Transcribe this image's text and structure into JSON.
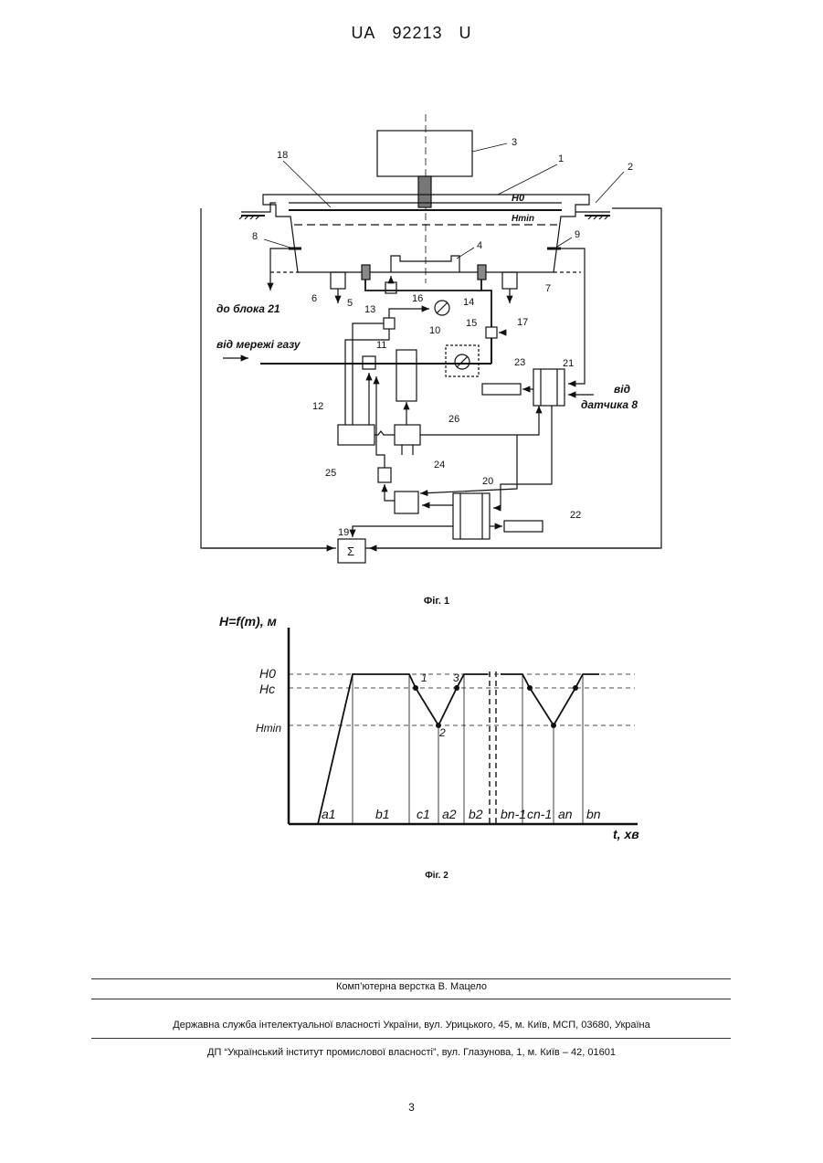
{
  "header": {
    "country": "UA",
    "number": "92213",
    "kind": "U"
  },
  "fig1": {
    "caption": "Фіг. 1",
    "labels": {
      "n1": "1",
      "n2": "2",
      "n3": "3",
      "n4": "4",
      "n5": "5",
      "n6": "6",
      "n7": "7",
      "n8": "8",
      "n9": "9",
      "n10": "10",
      "n11": "11",
      "n12": "12",
      "n13": "13",
      "n14": "14",
      "n15": "15",
      "n16": "16",
      "n17": "17",
      "n18": "18",
      "n19": "19",
      "n20": "20",
      "n21": "21",
      "n22": "22",
      "n23": "23",
      "n24": "24",
      "n25": "25",
      "n26": "26",
      "h0": "H0",
      "hmin": "Hmin",
      "sigma": "Σ"
    },
    "text": {
      "to_block": "до блока 21",
      "gas": "від мережі газу",
      "from_sensor_1": "від",
      "from_sensor_2": "датчика 8"
    }
  },
  "fig2": {
    "caption": "Фіг. 2",
    "ylabel": "H=f(m), м",
    "xlabel": "t, хв",
    "levels": {
      "h0": "H0",
      "hc": "Hc",
      "hmin": "Hmin"
    },
    "points": {
      "p1": "1",
      "p2": "2",
      "p3": "3"
    },
    "intervals": [
      "a1",
      "b1",
      "c1",
      "a2",
      "b2",
      "bn-1",
      "cn-1",
      "an",
      "bn"
    ]
  },
  "footer": {
    "layout": "Комп’ютерна верстка В. Мацело",
    "office": "Державна служба інтелектуальної власності України, вул. Урицького, 45, м. Київ, МСП, 03680, Україна",
    "institute": "ДП “Український інститут промислової власності”, вул. Глазунова, 1, м. Київ – 42, 01601"
  },
  "page_number": "3"
}
